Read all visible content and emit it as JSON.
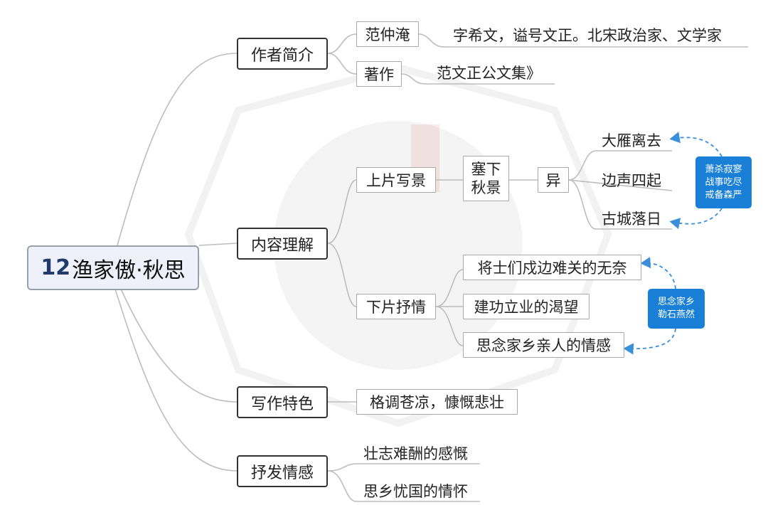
{
  "root": {
    "number": "12",
    "title": "渔家傲·秋思"
  },
  "branches": {
    "author": {
      "label": "作者简介",
      "name": {
        "label": "范仲淹",
        "detail": "字希文，谥号文正。北宋政治家、文学家"
      },
      "works": {
        "label": "著作",
        "detail": "范文正公文集》"
      }
    },
    "content": {
      "label": "内容理解",
      "upper": {
        "label": "上片写景",
        "scene_line1": "塞下",
        "scene_line2": "秋景",
        "diff": "异",
        "items": [
          "大雁离去",
          "边声四起",
          "古城落日"
        ],
        "callout": [
          "萧杀寂寥",
          "战事吃尽",
          "戒备森严"
        ]
      },
      "lower": {
        "label": "下片抒情",
        "items": [
          "将士们戍边难关的无奈",
          "建功立业的渴望",
          "思念家乡亲人的情感"
        ],
        "callout": [
          "思念家乡",
          "勒石燕然"
        ]
      }
    },
    "features": {
      "label": "写作特色",
      "detail": "格调苍凉，慷慨悲壮"
    },
    "emotion": {
      "label": "抒发情感",
      "items": [
        "壮志难酬的感慨",
        "思乡忧国的情怀"
      ]
    }
  },
  "colors": {
    "callout": "#1a7fd6",
    "root_fill": "#eef0fa",
    "root_number": "#1f3a6b",
    "connector": "#bdbdbd"
  }
}
